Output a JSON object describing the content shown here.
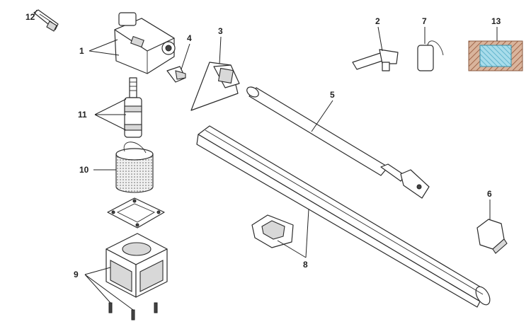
{
  "callouts": {
    "c1": "1",
    "c2": "2",
    "c3": "3",
    "c4": "4",
    "c5": "5",
    "c6": "6",
    "c7": "7",
    "c8": "8",
    "c9": "9",
    "c10": "10",
    "c11": "11",
    "c12": "12",
    "c13": "13"
  },
  "colors": {
    "line": "#2b2b2b",
    "shade": "#d8d8d8",
    "swatch_brown": "#b07a5a",
    "swatch_blue": "#7fc6d8"
  }
}
